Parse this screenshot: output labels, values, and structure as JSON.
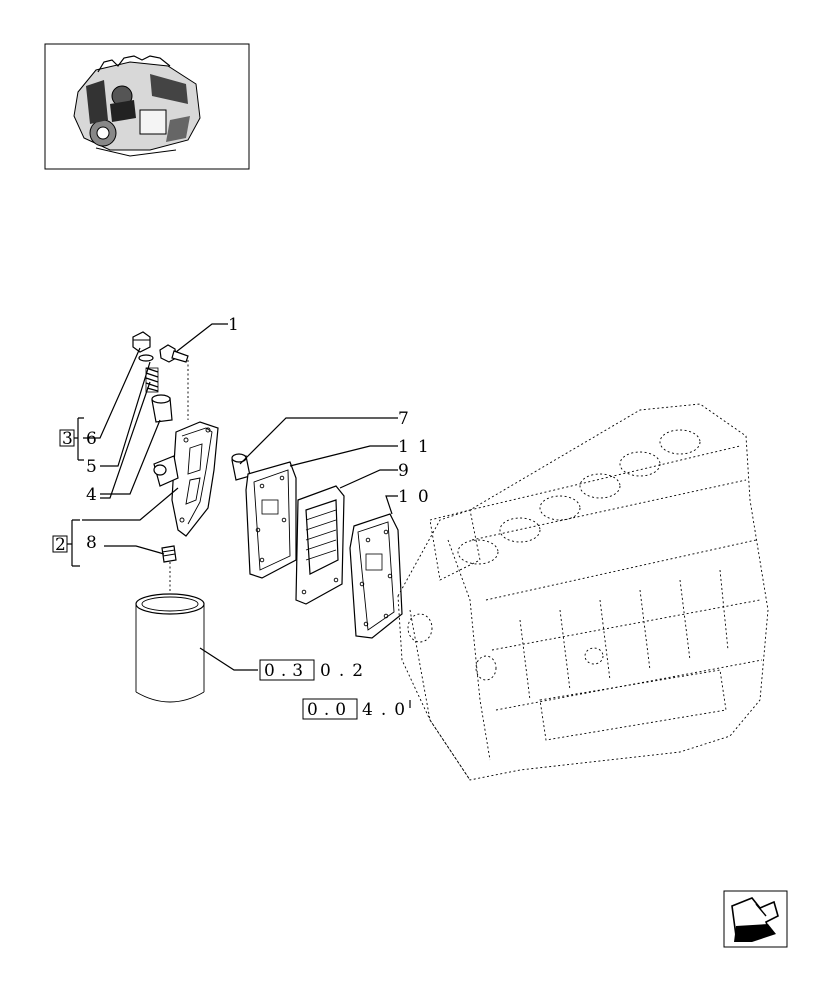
{
  "callouts": {
    "c1": "1",
    "c3_box": "3",
    "c6": "6",
    "c5": "5",
    "c4": "4",
    "c7": "7",
    "c11": "11",
    "c9": "9",
    "c10": "10",
    "c2_box": "2",
    "c8": "8"
  },
  "references": {
    "filter_ref_box": "0.3",
    "filter_ref_tail": "0.2",
    "block_ref_box": "0.0",
    "block_ref_tail": "4.0"
  },
  "icons": {
    "thumbnail": "engine-thumbnail-icon",
    "nav": "next-page-arrow-icon"
  }
}
